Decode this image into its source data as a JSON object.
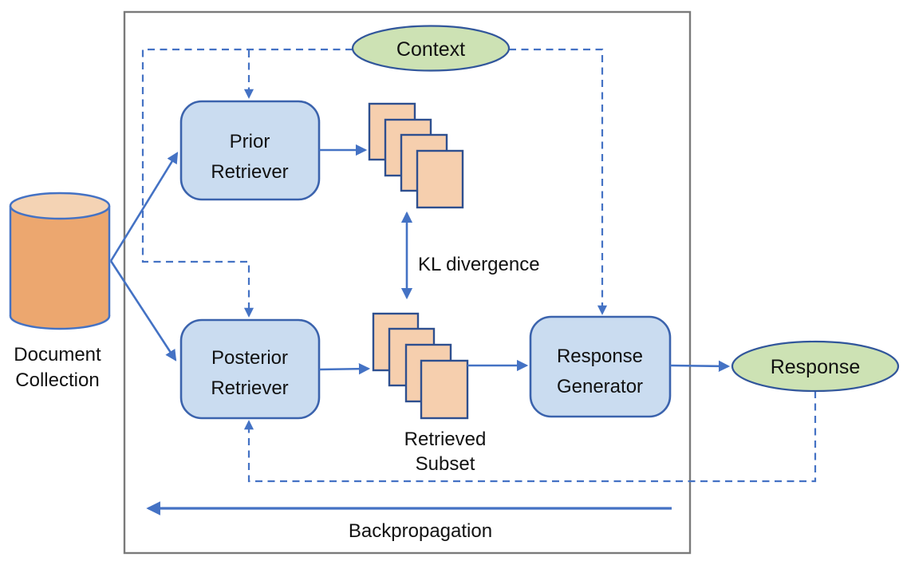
{
  "diagram": {
    "nodes": {
      "document_collection": {
        "line1": "Document",
        "line2": "Collection"
      },
      "prior_retriever": {
        "line1": "Prior",
        "line2": "Retriever"
      },
      "posterior_retriever": {
        "line1": "Posterior",
        "line2": "Retriever"
      },
      "response_generator": {
        "line1": "Response",
        "line2": "Generator"
      },
      "context": {
        "label": "Context"
      },
      "response": {
        "label": "Response"
      }
    },
    "annotations": {
      "kl_divergence": "KL divergence",
      "retrieved_subset": {
        "line1": "Retrieved",
        "line2": "Subset"
      },
      "backpropagation": "Backpropagation"
    },
    "colors": {
      "arrow_blue": "#4472c4",
      "box_fill": "#cadcf0",
      "box_border": "#3b63ad",
      "doc_fill": "#f6cfae",
      "doc_border": "#2e4f8f",
      "cylinder_fill": "#eca76f",
      "cylinder_top_fill": "#f4d3b4",
      "ellipse_fill": "#cde2b4",
      "ellipse_border": "#31569b",
      "frame_gray": "#7a7a7a",
      "text_black": "#111111"
    }
  }
}
